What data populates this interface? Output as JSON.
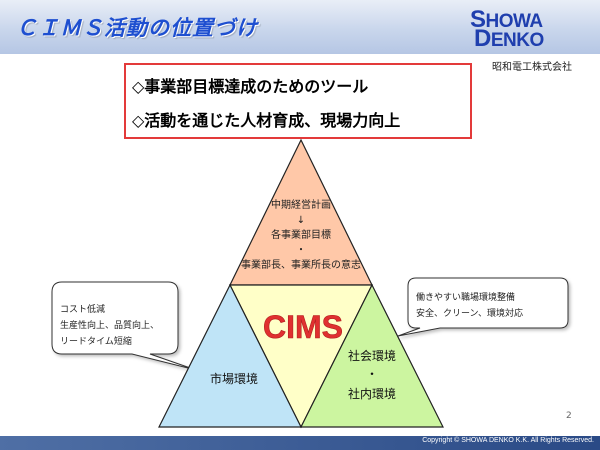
{
  "header": {
    "title": "ＣＩＭＳ活動の位置づけ",
    "logo_line1_big": "S",
    "logo_line1_rest": "HOWA",
    "logo_line2_big": "D",
    "logo_line2_rest": "ENKO",
    "company_name_jp": "昭和電工株式会社"
  },
  "objectives": [
    "◇事業部目標達成のためのツール",
    "◇活動を通じた人材育成、現場力向上"
  ],
  "diagram": {
    "top_triangle_lines": [
      "中期経営計画",
      "↓",
      "各事業部目標",
      "・",
      "事業部長、事業所長の意志"
    ],
    "center_label": "CIMS",
    "left_triangle_label": "市場環境",
    "right_triangle_lines": [
      "社会環境",
      "・",
      "社内環境"
    ],
    "colors": {
      "top": "#ffc8a8",
      "center": "#ffffc8",
      "left": "#bfe4f7",
      "right": "#ccf5a0",
      "center_text": "#e03030",
      "outline": "#222222"
    }
  },
  "callouts": {
    "left": [
      "コスト低減",
      "生産性向上、品質向上、",
      "リードタイム短縮"
    ],
    "right": [
      "働きやすい職場環境整備",
      "安全、クリーン、環境対応"
    ]
  },
  "page_number": "2",
  "footer": {
    "copyright": "Copyright © SHOWA DENKO K.K. All Rights Reserved."
  }
}
